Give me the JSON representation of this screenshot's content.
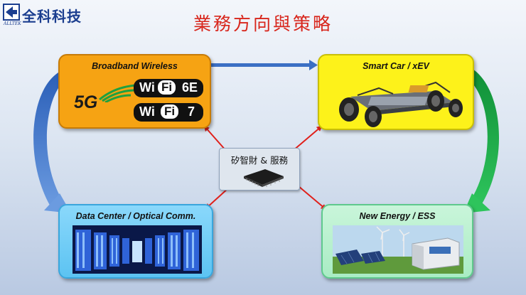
{
  "logo": {
    "name": "全科科技",
    "subtitle": "ALLTEK"
  },
  "title": "業務方向與策略",
  "nodes": {
    "broadband": {
      "label": "Broadband Wireless",
      "logo_5g": "5G",
      "wifi_6e": {
        "wi": "Wi",
        "fi": "Fi",
        "num": "6E"
      },
      "wifi_7": {
        "wi": "Wi",
        "fi": "Fi",
        "num": "7"
      }
    },
    "smartcar": {
      "label": "Smart Car / xEV"
    },
    "datacenter": {
      "label": "Data Center / Optical Comm."
    },
    "energy": {
      "label": "New Energy / ESS"
    },
    "center": {
      "label": "矽智財 & 服務"
    }
  },
  "colors": {
    "title": "#d8261c",
    "broadband": "#f6a313",
    "smartcar": "#fdf21a",
    "datacenter": "#5cc3f2",
    "energy": "#a9ecc4",
    "arrow_blue": "#3b6fc4",
    "arrow_green": "#17a845",
    "arrow_red": "#e0201b"
  }
}
